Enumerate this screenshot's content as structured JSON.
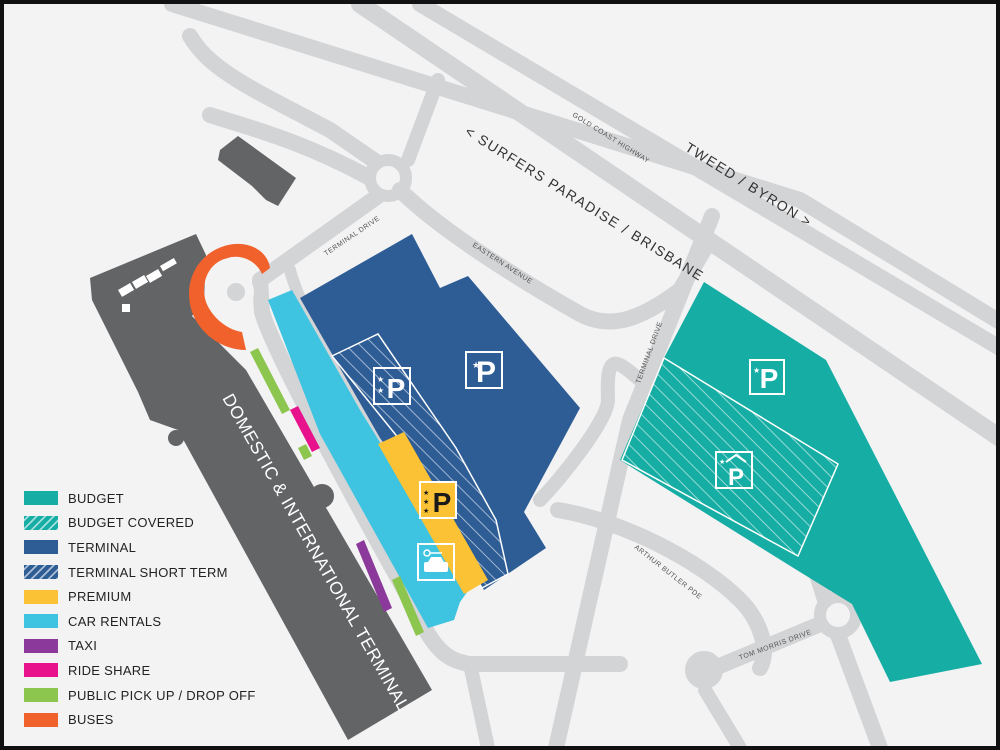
{
  "colors": {
    "budget": "#16ada4",
    "terminal": "#2e5d96",
    "premium": "#fbc235",
    "car_rentals": "#3ec3e0",
    "taxi": "#8b399a",
    "ride_share": "#e8138c",
    "pickup": "#8cc64f",
    "buses": "#f0612b",
    "terminal_building": "#636466",
    "road": "#d3d4d6"
  },
  "labels": {
    "terminal_building": "DOMESTIC & INTERNATIONAL TERMINAL",
    "surfers": "< SURFERS PARADISE / BRISBANE",
    "tweed": "TWEED / BYRON >",
    "gold_coast_hwy": "GOLD COAST HIGHWAY",
    "terminal_drive_nw": "TERMINAL DRIVE",
    "eastern_avenue": "EASTERN AVENUE",
    "terminal_drive_e": "TERMINAL DRIVE",
    "arthur_butler": "ARTHUR BUTLER PDE",
    "tom_morris": "TOM MORRIS DRIVE"
  },
  "legend": [
    {
      "label": "BUDGET",
      "color": "#16ada4",
      "hatched": false
    },
    {
      "label": "BUDGET COVERED",
      "color": "#16ada4",
      "hatched": true
    },
    {
      "label": "TERMINAL",
      "color": "#2e5d96",
      "hatched": false
    },
    {
      "label": "TERMINAL SHORT TERM",
      "color": "#2e5d96",
      "hatched": true
    },
    {
      "label": "PREMIUM",
      "color": "#fbc235",
      "hatched": false
    },
    {
      "label": "CAR RENTALS",
      "color": "#3ec3e0",
      "hatched": false
    },
    {
      "label": "TAXI",
      "color": "#8b399a",
      "hatched": false
    },
    {
      "label": "RIDE SHARE",
      "color": "#e8138c",
      "hatched": false
    },
    {
      "label": "PUBLIC PICK UP / DROP OFF",
      "color": "#8cc64f",
      "hatched": false
    },
    {
      "label": "BUSES",
      "color": "#f0612b",
      "hatched": false
    }
  ]
}
